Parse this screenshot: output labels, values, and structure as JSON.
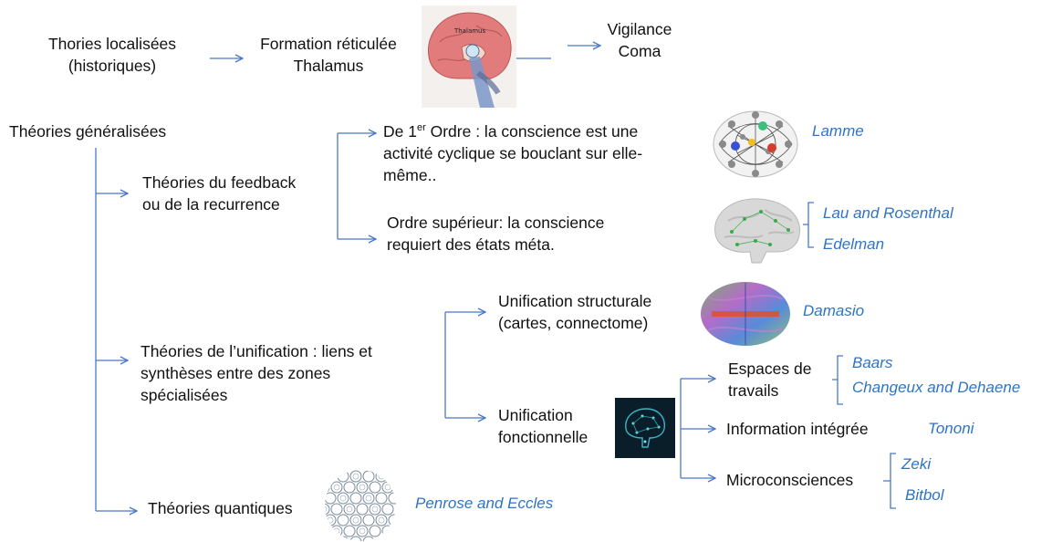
{
  "colors": {
    "connector": "#4a78c8",
    "author": "#2e74c4",
    "text": "#111111"
  },
  "top_row": {
    "localized": {
      "line1": "Thories localisées",
      "line2": "(historiques)"
    },
    "reticular": {
      "line1": "Formation réticulée",
      "line2": "Thalamus"
    },
    "brain_label": "Thalamus",
    "vigilance": {
      "line1": "Vigilance",
      "line2": "Coma"
    }
  },
  "generalized": "Théories généralisées",
  "feedback": {
    "title": {
      "line1": "Théories du feedback",
      "line2": "ou de la recurrence"
    },
    "first_order": {
      "prefix": "De 1",
      "sup": "er",
      "line1_rest": " Ordre : la conscience est une",
      "line2": "activité cyclique se bouclant sur elle-",
      "line3": "même.."
    },
    "higher_order": {
      "line1": "Ordre supérieur: la conscience",
      "line2": "requiert des états méta."
    },
    "authors_first": "Lamme",
    "authors_higher": [
      "Lau and Rosenthal",
      "Edelman"
    ]
  },
  "unification": {
    "title": {
      "line1": "Théories de l’unification : liens et",
      "line2": "synthèses entre des zones",
      "line3": "spécialisées"
    },
    "structural": {
      "line1": "Unification structurale",
      "line2": "(cartes, connectome)"
    },
    "structural_author": "Damasio",
    "functional": {
      "line1": "Unification",
      "line2": "fonctionnelle"
    },
    "workspace": {
      "line1": "Espaces de",
      "line2": "travails"
    },
    "workspace_authors": [
      "Baars",
      "Changeux and Dehaene"
    ],
    "integrated": "Information intégrée",
    "integrated_author": "Tononi",
    "micro": "Microconsciences",
    "micro_authors": [
      "Zeki",
      "Bitbol"
    ]
  },
  "quantum": {
    "label": "Théories quantiques",
    "author": "Penrose and Eccles"
  }
}
